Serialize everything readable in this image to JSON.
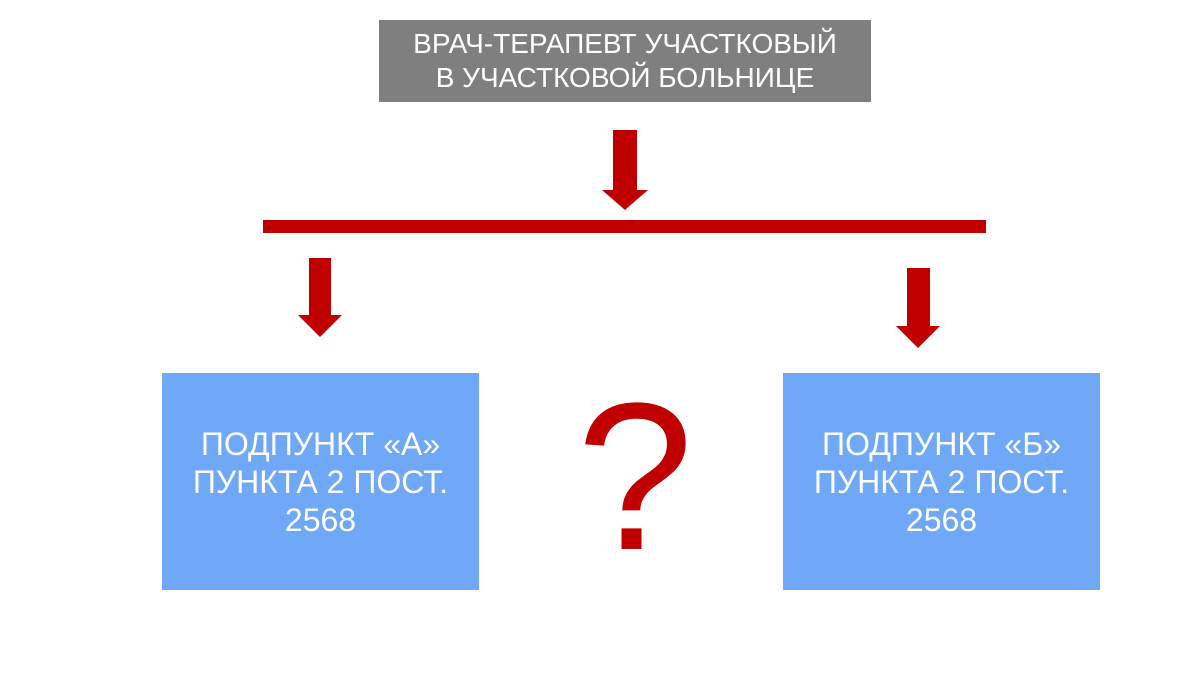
{
  "top_box": {
    "line1": "ВРАЧ-ТЕРАПЕВТ УЧАСТКОВЫЙ",
    "line2": "В УЧАСТКОВОЙ БОЛЬНИЦЕ"
  },
  "left_box": {
    "line1": "ПОДПУНКТ «А»",
    "line2": "ПУНКТА 2 ПОСТ.",
    "line3": "2568"
  },
  "right_box": {
    "line1": "ПОДПУНКТ «Б»",
    "line2": "ПУНКТА 2 ПОСТ.",
    "line3": "2568"
  },
  "center_symbol": "?",
  "colors": {
    "top_box_bg": "#7f7f7f",
    "arrow_red": "#c00000",
    "box_blue": "#6fa8f6",
    "text_white": "#ffffff"
  }
}
